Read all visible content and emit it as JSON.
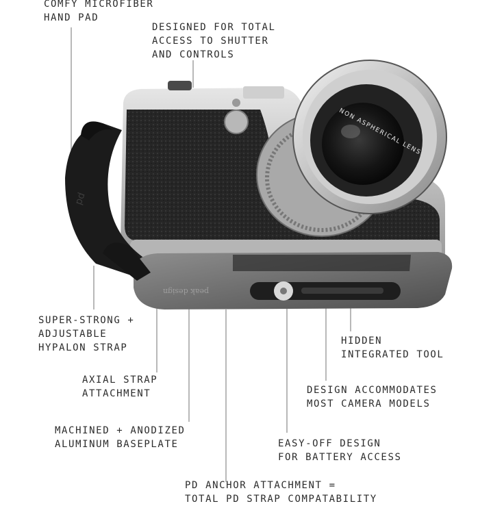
{
  "callouts": [
    {
      "id": "hand-pad",
      "lines": [
        "COMFY MICROFIBER",
        "HAND PAD"
      ]
    },
    {
      "id": "shutter-access",
      "lines": [
        "DESIGNED FOR TOTAL",
        "ACCESS TO SHUTTER",
        "AND CONTROLS"
      ]
    },
    {
      "id": "strap",
      "lines": [
        "SUPER-STRONG +",
        "ADJUSTABLE",
        "HYPALON STRAP"
      ]
    },
    {
      "id": "axial-attachment",
      "lines": [
        "AXIAL STRAP",
        "ATTACHMENT"
      ]
    },
    {
      "id": "baseplate",
      "lines": [
        "MACHINED + ANODIZED",
        "ALUMINUM BASEPLATE"
      ]
    },
    {
      "id": "anchor",
      "lines": [
        "PD ANCHOR ATTACHMENT =",
        "TOTAL PD STRAP COMPATABILITY"
      ]
    },
    {
      "id": "hidden-tool",
      "lines": [
        "HIDDEN",
        "INTEGRATED TOOL"
      ]
    },
    {
      "id": "camera-models",
      "lines": [
        "DESIGN ACCOMMODATES",
        "MOST CAMERA MODELS"
      ]
    },
    {
      "id": "battery-access",
      "lines": [
        "EASY-OFF DESIGN",
        "FOR BATTERY ACCESS"
      ]
    }
  ],
  "product": {
    "lens_text": "NON ASPHERICAL LENS",
    "plate_logo": "peak design"
  }
}
